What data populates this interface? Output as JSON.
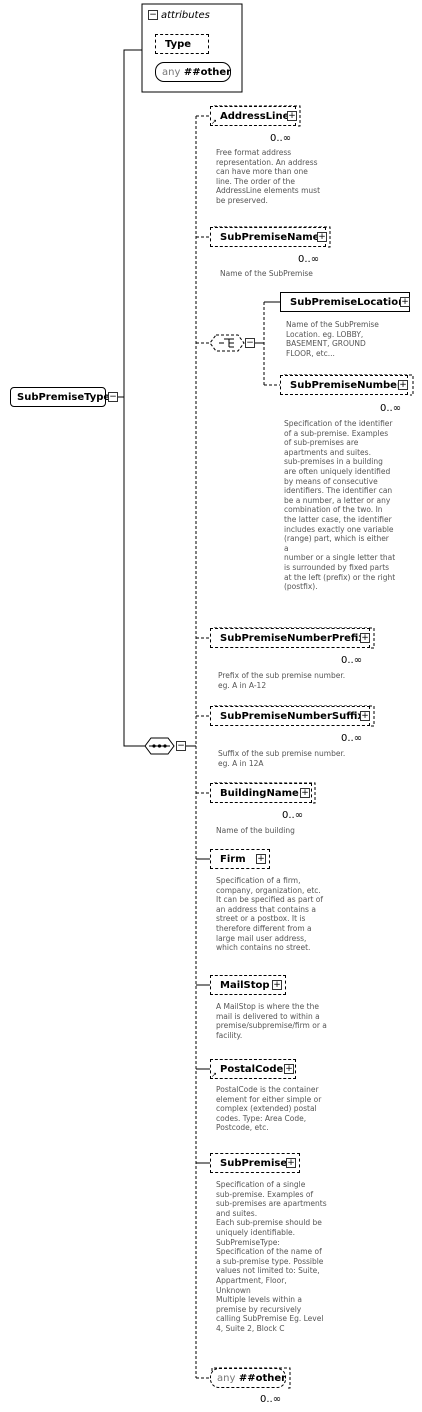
{
  "root": {
    "name": "SubPremiseType",
    "toggle": "−"
  },
  "attributes": {
    "title": "attributes",
    "type_attr": "Type",
    "any_label": "any",
    "any_value": "##other"
  },
  "choice": {
    "elements": [
      {
        "name": "SubPremiseLocation",
        "doc": "Name of the SubPremise\nLocation. eg. LOBBY,\nBASEMENT, GROUND\nFLOOR, etc..."
      },
      {
        "name": "SubPremiseNumber",
        "occurrence": "0..∞",
        "doc": "Specification of the identifier\nof a sub-premise. Examples\nof sub-premises are\napartments and suites.\nsub-premises in a building\nare often uniquely identified\nby means of consecutive\nidentifiers. The identifier can\nbe a number, a letter or any\ncombination of the two. In\nthe latter case, the identifier\nincludes exactly one variable\n(range) part, which is either\na\nnumber or a single letter that\nis surrounded by fixed parts\nat the left (prefix) or the right\n(postfix)."
      }
    ]
  },
  "sequence": {
    "elements": [
      {
        "name": "AddressLine",
        "occurrence": "0..∞",
        "doc": "Free format address\nrepresentation. An address\ncan have more than one\nline. The order of the\nAddressLine elements must\nbe preserved."
      },
      {
        "name": "SubPremiseName",
        "occurrence": "0..∞",
        "doc": "Name of the SubPremise"
      },
      {
        "name": "SubPremiseNumberPrefix",
        "occurrence": "0..∞",
        "doc": "Prefix of the sub premise number.\neg. A in A-12"
      },
      {
        "name": "SubPremiseNumberSuffix",
        "occurrence": "0..∞",
        "doc": "Suffix of the sub premise number.\neg. A in 12A"
      },
      {
        "name": "BuildingName",
        "occurrence": "0..∞",
        "doc": "Name of the building"
      },
      {
        "name": "Firm",
        "doc": "Specification of a firm,\ncompany, organization, etc.\nIt can be specified as part of\nan address that contains a\nstreet or a postbox. It is\ntherefore different from a\nlarge mail user address,\nwhich contains no street."
      },
      {
        "name": "MailStop",
        "doc": "A MailStop is where the the\nmail is delivered to within a\npremise/subpremise/firm or a\nfacility."
      },
      {
        "name": "PostalCode",
        "doc": "PostalCode is the container\nelement for either simple or\ncomplex (extended) postal\ncodes. Type: Area Code,\nPostcode, etc."
      },
      {
        "name": "SubPremise",
        "doc": "Specification of a single\nsub-premise. Examples of\nsub-premises are apartments\nand suites.\nEach sub-premise should be\nuniquely identifiable.\nSubPremiseType:\nSpecification of the name of\na sub-premise type. Possible\nvalues not limited to: Suite,\nAppartment, Floor,\nUnknown\nMultiple levels within a\npremise by recursively\ncalling SubPremise Eg. Level\n4, Suite 2, Block C"
      }
    ],
    "any": {
      "label": "any",
      "value": "##other",
      "occurrence": "0..∞"
    }
  },
  "expand_symbol": "+",
  "collapse_symbol": "−"
}
